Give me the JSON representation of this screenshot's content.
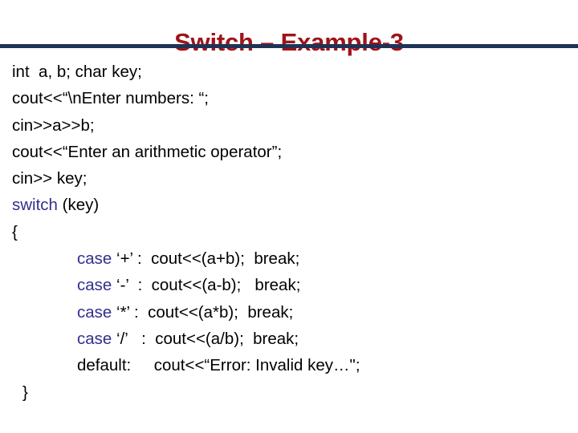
{
  "slide": {
    "title": "Switch – Example-3",
    "title_color": "#9e1419",
    "rule_color": "#1f3355",
    "background_color": "#ffffff",
    "keyword_color": "#33318c",
    "text_color": "#000000"
  },
  "code": {
    "language": "C++",
    "lines": [
      {
        "id": "line-1",
        "indent": "none",
        "keyword": "",
        "rest": "int  a, b; char key;"
      },
      {
        "id": "line-2",
        "indent": "none",
        "keyword": "",
        "rest": "cout<<“\\nEnter numbers: “;"
      },
      {
        "id": "line-3",
        "indent": "none",
        "keyword": "",
        "rest": "cin>>a>>b;"
      },
      {
        "id": "line-4",
        "indent": "none",
        "keyword": "",
        "rest": "cout<<“Enter an arithmetic operator”;"
      },
      {
        "id": "line-5",
        "indent": "none",
        "keyword": "",
        "rest": "cin>> key;"
      },
      {
        "id": "line-6",
        "indent": "none",
        "keyword": "switch",
        "rest": " (key)"
      },
      {
        "id": "line-7",
        "indent": "none",
        "keyword": "",
        "rest": "{"
      },
      {
        "id": "line-8",
        "indent": "case",
        "keyword": "case",
        "rest": " ‘+’ :  cout<<(a+b);  break;"
      },
      {
        "id": "line-9",
        "indent": "case",
        "keyword": "case",
        "rest": " ‘-’  :  cout<<(a-b);   break;"
      },
      {
        "id": "line-10",
        "indent": "case",
        "keyword": "case",
        "rest": " ‘*’ :  cout<<(a*b);  break;"
      },
      {
        "id": "line-11",
        "indent": "case",
        "keyword": "case",
        "rest": " ‘/’   :  cout<<(a/b);  break;"
      },
      {
        "id": "line-12",
        "indent": "case",
        "keyword": "",
        "rest": "default:     cout<<“Error: Invalid key…\";"
      },
      {
        "id": "line-13",
        "indent": "brace-close",
        "keyword": "",
        "rest": "}"
      }
    ]
  }
}
